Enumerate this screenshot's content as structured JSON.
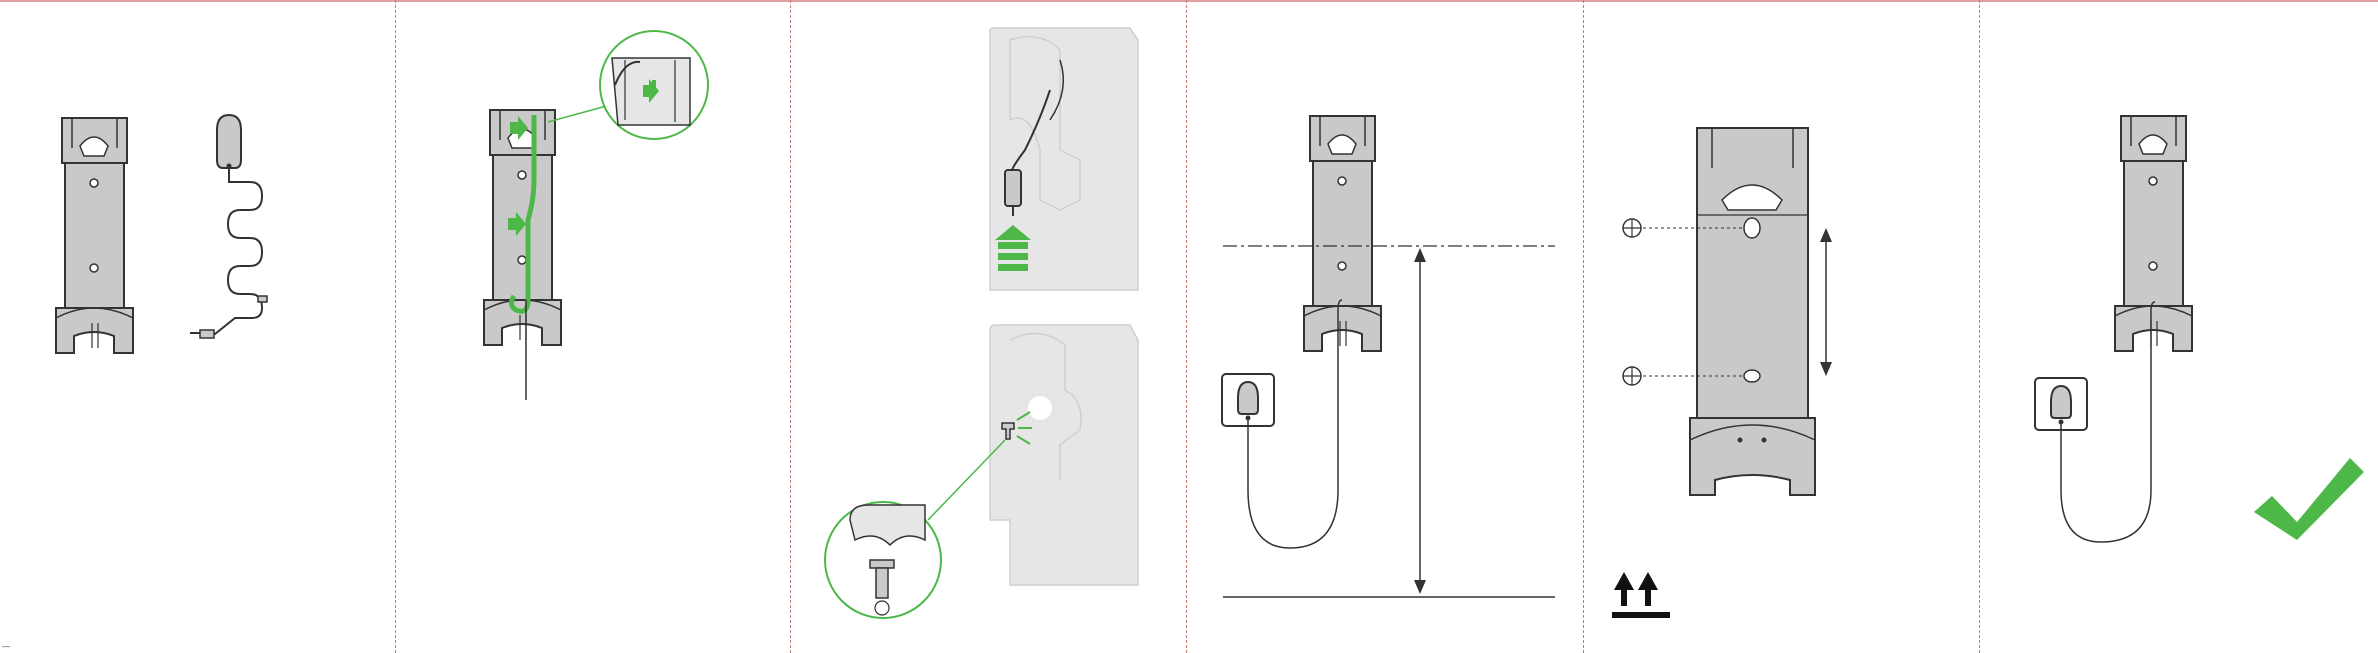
{
  "colors": {
    "accent": "#4db848",
    "stroke": "#333333",
    "fill": "#c9c9c9",
    "wall": "#e6e6e6",
    "divider": "#c77a7a"
  },
  "steps": [
    {
      "name": "step-1-contents",
      "icons": [
        "dock-icon",
        "charger-cable-icon"
      ]
    },
    {
      "name": "step-2-route-cable",
      "icons": [
        "dock-icon",
        "arrow-icon",
        "magnifier-icon"
      ]
    },
    {
      "name": "step-3-insert-plug",
      "icons": [
        "wall-bracket-icon",
        "arrow-up-icon",
        "screw-icon",
        "magnifier-icon"
      ]
    },
    {
      "name": "step-4-height",
      "icons": [
        "dock-icon",
        "wall-socket-icon",
        "dimension-arrow-icon"
      ]
    },
    {
      "name": "step-5-drill",
      "icons": [
        "screw-hole-icon",
        "dimension-arrow-icon",
        "this-way-up-icon"
      ]
    },
    {
      "name": "step-6-done",
      "icons": [
        "dock-icon",
        "wall-socket-icon",
        "checkmark-icon"
      ]
    }
  ]
}
